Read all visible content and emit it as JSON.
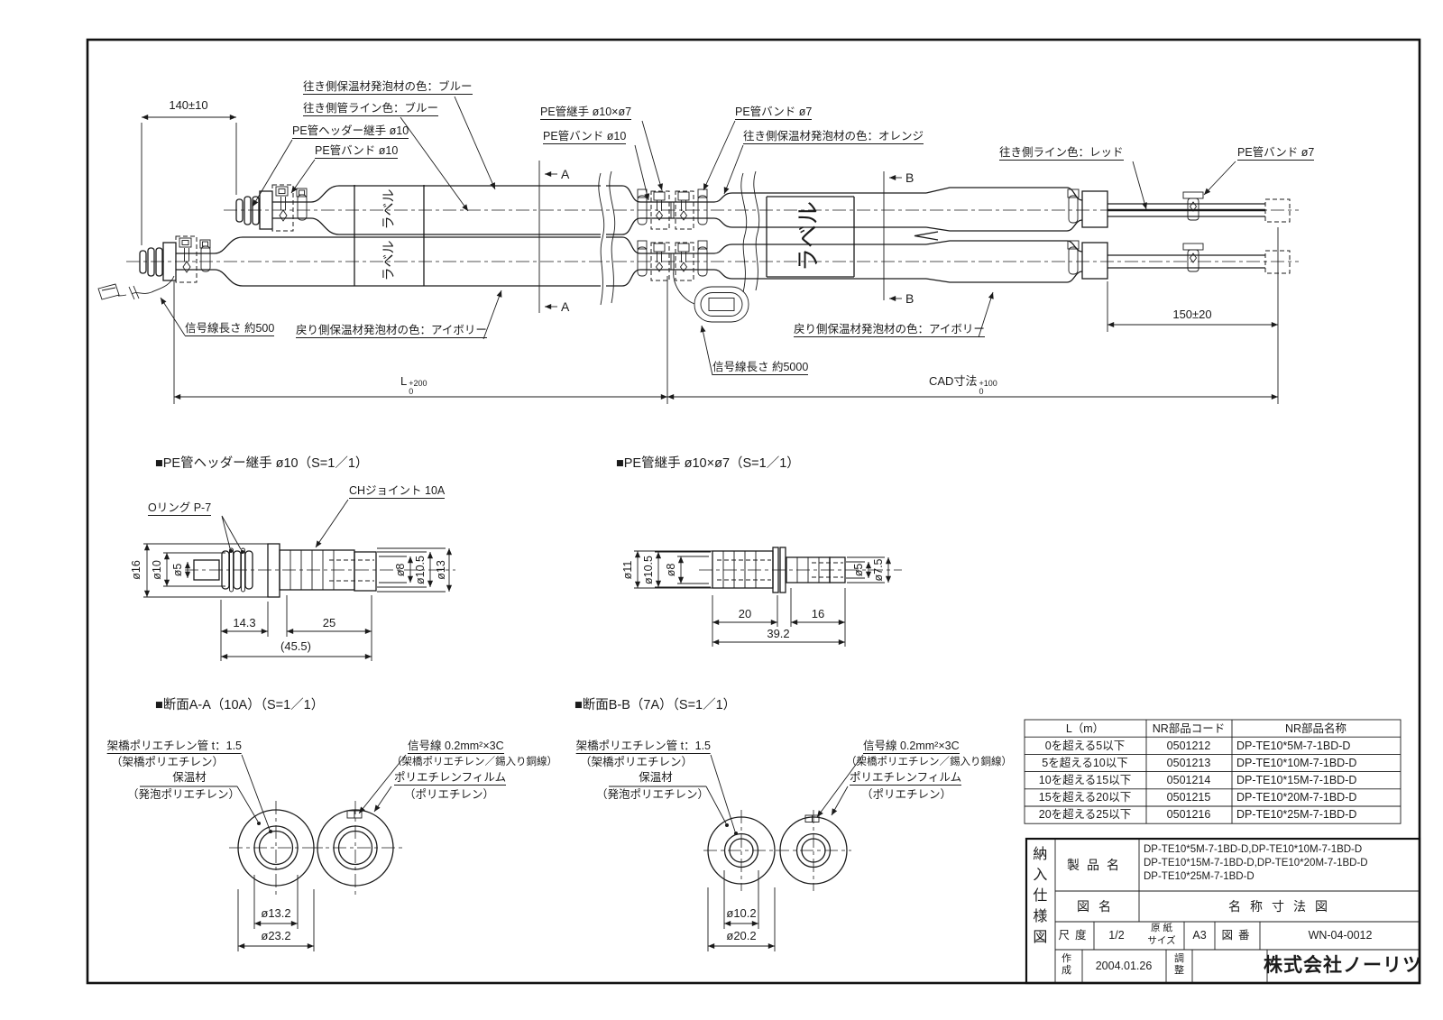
{
  "page": {
    "background": "#ffffff",
    "line_color": "#1b1b1b"
  },
  "main_view": {
    "dim_140": "140±10",
    "dim_150": "150±20",
    "dim_length_letter": "L",
    "dim_length_tol_upper": "+200",
    "dim_length_tol_lower": "0",
    "dim_cad_label": "CAD寸法",
    "dim_cad_tol_upper": "+100",
    "dim_cad_tol_lower": "0",
    "section_a_letter": "A",
    "section_b_letter": "B",
    "pipe_label": "ラベル",
    "callouts": {
      "supply_foam_blue": "往き側保温材発泡材の色：ブルー",
      "supply_line_blue": "往き側管ライン色：ブルー",
      "pe_header_joint": "PE管ヘッダー継手 ø10",
      "pe_band_10_left": "PE管バンド ø10",
      "signal_length_500": "信号線長さ 約500",
      "return_foam_ivory_left": "戻り側保温材発泡材の色：アイボリー",
      "pe_joint_10x7": "PE管継手 ø10×ø7",
      "pe_band_10_mid": "PE管バンド ø10",
      "pe_band_7_mid": "PE管バンド ø7",
      "supply_foam_orange": "往き側保温材発泡材の色：オレンジ",
      "signal_length_5000": "信号線長さ 約5000",
      "return_foam_ivory_right": "戻り側保温材発泡材の色：アイボリー",
      "supply_line_red": "往き側ライン色：レッド",
      "pe_band_7_right": "PE管バンド ø7"
    }
  },
  "detail_header_joint": {
    "title": "■PE管ヘッダー継手 ø10（S=1／1）",
    "oring": "Oリング P-7",
    "ch_joint": "CHジョイント 10A",
    "dia": {
      "d16": "ø16",
      "d10": "ø10",
      "d5": "ø5",
      "d8": "ø8",
      "d10_5": "ø10.5",
      "d13": "ø13"
    },
    "dims": {
      "w1": "14.3",
      "w2": "25",
      "total": "(45.5)"
    }
  },
  "detail_pe_joint": {
    "title": "■PE管継手 ø10×ø7（S=1／1）",
    "dia": {
      "d11": "ø11",
      "d10_5": "ø10.5",
      "d8": "ø8",
      "d5": "ø5",
      "d7_5": "ø7.5"
    },
    "dims": {
      "w1": "20",
      "w2": "16",
      "total": "39.2"
    }
  },
  "section_aa": {
    "title": "■断面A-A（10A）（S=1／1）",
    "pipe_line1": "架橋ポリエチレン管 t：1.5",
    "pipe_line2": "（架橋ポリエチレン）",
    "insulation_line1": "保温材",
    "insulation_line2": "（発泡ポリエチレン）",
    "signal_line1": "信号線 0.2mm²×3C",
    "signal_line2": "（架橋ポリエチレン／錫入り銅線）",
    "film_line1": "ポリエチレンフィルム",
    "film_line2": "（ポリエチレン）",
    "dia_inner": "ø13.2",
    "dia_outer": "ø23.2"
  },
  "section_bb": {
    "title": "■断面B-B（7A）（S=1／1）",
    "pipe_line1": "架橋ポリエチレン管 t：1.5",
    "pipe_line2": "（架橋ポリエチレン）",
    "insulation_line1": "保温材",
    "insulation_line2": "（発泡ポリエチレン）",
    "signal_line1": "信号線 0.2mm²×3C",
    "signal_line2": "（架橋ポリエチレン／錫入り銅線）",
    "film_line1": "ポリエチレンフィルム",
    "film_line2": "（ポリエチレン）",
    "dia_inner": "ø10.2",
    "dia_outer": "ø20.2"
  },
  "parts_table": {
    "headers": [
      "L（m）",
      "NR部品コード",
      "NR部品名称"
    ],
    "rows": [
      {
        "range": "0を超える5以下",
        "code": "0501212",
        "name": "DP-TE10*5M-7-1BD-D"
      },
      {
        "range": "5を超える10以下",
        "code": "0501213",
        "name": "DP-TE10*10M-7-1BD-D"
      },
      {
        "range": "10を超える15以下",
        "code": "0501214",
        "name": "DP-TE10*15M-7-1BD-D"
      },
      {
        "range": "15を超える20以下",
        "code": "0501215",
        "name": "DP-TE10*20M-7-1BD-D"
      },
      {
        "range": "20を超える25以下",
        "code": "0501216",
        "name": "DP-TE10*25M-7-1BD-D"
      }
    ]
  },
  "title_block": {
    "doc_type": "納入仕様図",
    "product_label": "製品名",
    "product_lines": [
      "DP-TE10*5M-7-1BD-D,DP-TE10*10M-7-1BD-D",
      "DP-TE10*15M-7-1BD-D,DP-TE10*20M-7-1BD-D",
      "DP-TE10*25M-7-1BD-D"
    ],
    "drawing_name_label": "図名",
    "drawing_name": "名称寸法図",
    "scale_label": "尺度",
    "scale_value": "1/2",
    "paper_label_top": "原 紙",
    "paper_label_bottom": "サイズ",
    "paper_size": "A3",
    "drawing_no_label": "図番",
    "drawing_no": "WN-04-0012",
    "created_label": "作成",
    "created_date": "2004.01.26",
    "adjust_label": "調整",
    "company": "株式会社ノーリツ"
  }
}
